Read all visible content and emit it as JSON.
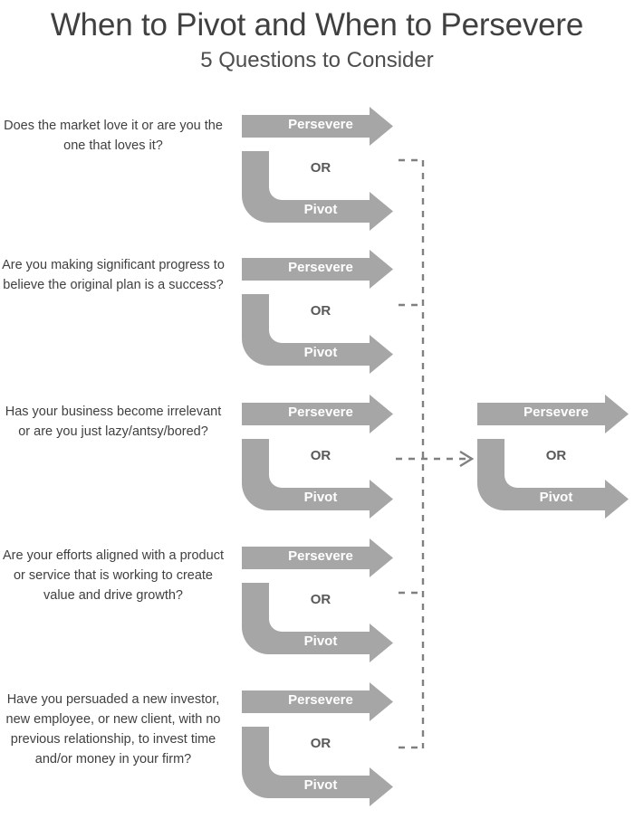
{
  "header": {
    "title": "When to Pivot and When to Persevere",
    "subtitle": "5 Questions to Consider"
  },
  "labels": {
    "persevere": "Persevere",
    "pivot": "Pivot",
    "or": "OR"
  },
  "colors": {
    "arrow_gray": "#a6a6a6",
    "arrow_label": "#ffffff",
    "or_label": "#595959",
    "question_text": "#404040",
    "title_text": "#404040",
    "dashed_line": "#808080",
    "background": "#ffffff"
  },
  "questions": [
    {
      "index": 1,
      "text": "Does the market love it or are you the one that loves it?",
      "persevere": "Persevere",
      "pivot": "Pivot",
      "or": "OR"
    },
    {
      "index": 2,
      "text": "Are you making significant progress to believe the original plan is a success?",
      "persevere": "Persevere",
      "pivot": "Pivot",
      "or": "OR"
    },
    {
      "index": 3,
      "text": "Has your business become irrelevant or are you just lazy/antsy/bored?",
      "persevere": "Persevere",
      "pivot": "Pivot",
      "or": "OR"
    },
    {
      "index": 4,
      "text": "Are your efforts aligned with a product or service that is working to create value and drive growth?",
      "persevere": "Persevere",
      "pivot": "Pivot",
      "or": "OR"
    },
    {
      "index": 5,
      "text": "Have you persuaded a new investor, new employee, or new client, with no previous relationship, to invest time and/or money in your firm?",
      "persevere": "Persevere",
      "pivot": "Pivot",
      "or": "OR"
    }
  ],
  "outcome": {
    "persevere": "Persevere",
    "pivot": "Pivot",
    "or": "OR"
  }
}
